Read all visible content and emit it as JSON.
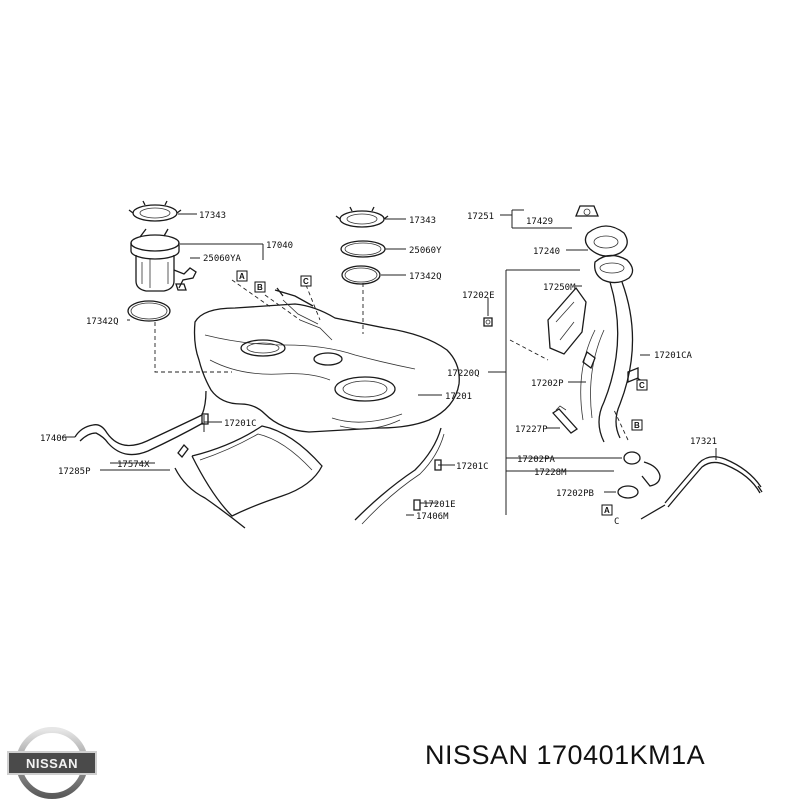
{
  "brand": {
    "logo_text": "NISSAN",
    "part_number_title": "NISSAN 170401KM1A"
  },
  "callouts": {
    "c17343a": "17343",
    "c17040": "17040",
    "c25060ya": "25060YA",
    "c17342qa": "17342Q",
    "c17343b": "17343",
    "c25060y": "25060Y",
    "c17342qb": "17342Q",
    "c17251": "17251",
    "c17429": "17429",
    "c17240": "17240",
    "c17202e": "17202E",
    "c17250m": "17250M",
    "c17201ca": "17201CA",
    "c17220q": "17220Q",
    "c17202p": "17202P",
    "c17201": "17201",
    "c17201ca2": "17201C",
    "c17406": "17406",
    "c17574x": "17574X",
    "c17285p": "17285P",
    "c17201cb": "17201C",
    "c17201e": "17201E",
    "c17406m": "17406M",
    "c17227p": "17227P",
    "c17202pa": "17202PA",
    "c17228m": "17228M",
    "c17202pb": "17202PB",
    "c17321": "17321"
  },
  "ref_boxes": {
    "a1": "A",
    "b1": "B",
    "c1": "C",
    "c2": "C",
    "b2": "B",
    "a2": "A",
    "ic": "C"
  },
  "colors": {
    "ink": "#1a1a1a",
    "background": "#ffffff"
  }
}
